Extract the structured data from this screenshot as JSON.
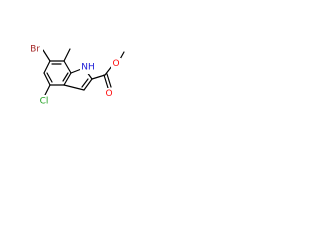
{
  "molecule": {
    "atoms": {
      "br": {
        "text": "Br",
        "color": "#a52a2a"
      },
      "cl": {
        "text": "Cl",
        "color": "#1fa01f"
      },
      "nh": {
        "text": "NH",
        "color": "#1a1ad6"
      },
      "o_carbonyl": {
        "text": "O",
        "color": "#ff0d0d"
      },
      "o_ester": {
        "text": "O",
        "color": "#ff0d0d"
      }
    }
  }
}
